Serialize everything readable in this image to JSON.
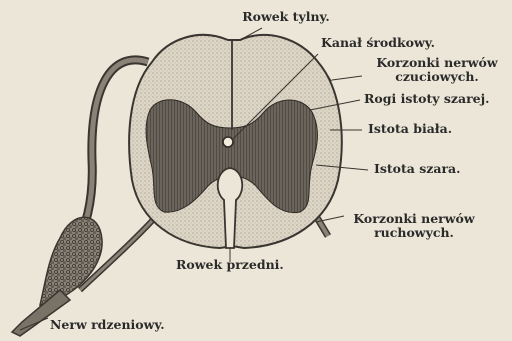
{
  "labels": {
    "posterior_sulcus": "Rowek tylny.",
    "central_canal": "Kanał środkowy.",
    "sensory_roots_line1": "Korzonki nerwów",
    "sensory_roots_line2": "czuciowych.",
    "gray_horns": "Rogi istoty szarej.",
    "white_matter": "Istota biała.",
    "gray_matter": "Istota szara.",
    "motor_roots_line1": "Korzonki nerwów",
    "motor_roots_line2": "ruchowych.",
    "anterior_sulcus": "Rowek przedni.",
    "spinal_nerve": "Nerw rdzeniowy."
  },
  "colors": {
    "background": "#ece6d8",
    "white_matter": "#ddd6c6",
    "gray_matter": "#5e5850",
    "outline": "#3a3530",
    "text": "#2a2a2a"
  }
}
